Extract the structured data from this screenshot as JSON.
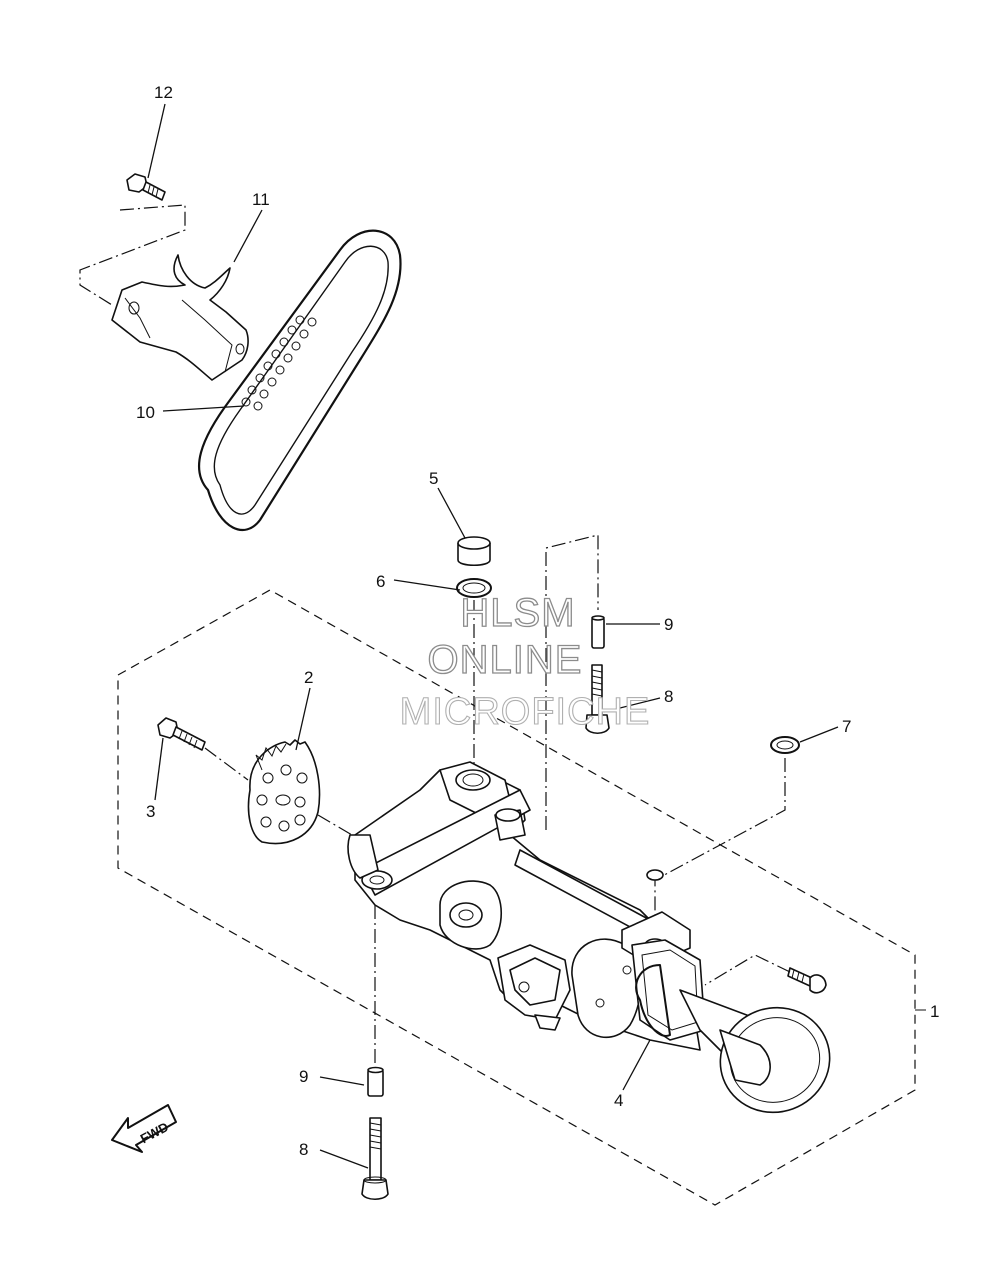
{
  "diagram": {
    "callouts": {
      "c1": "1",
      "c2": "2",
      "c3": "3",
      "c4": "4",
      "c5": "5",
      "c6": "6",
      "c7": "7",
      "c8_upper": "8",
      "c8_lower": "8",
      "c9_upper": "9",
      "c9_lower": "9",
      "c10": "10",
      "c11": "11",
      "c12": "12"
    },
    "watermark": {
      "line1": "HLSM",
      "line2": "ONLINE",
      "line3": "MICROFICHE"
    },
    "direction_arrow": {
      "label": "FWD"
    }
  }
}
